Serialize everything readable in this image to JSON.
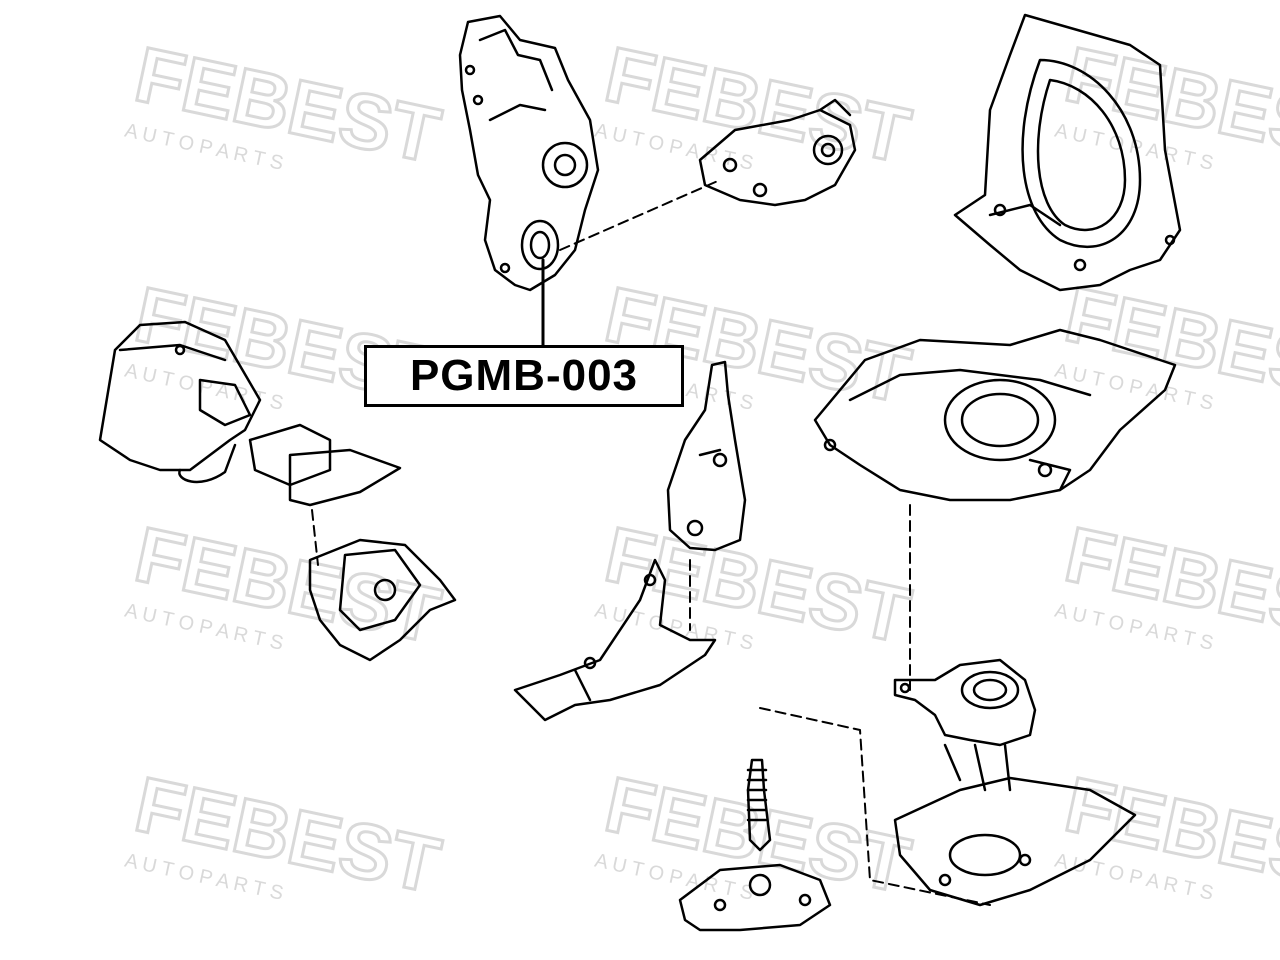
{
  "part_label": "PGMB-003",
  "watermark": {
    "brand": "FEBEST",
    "tagline": "A U T O     P A R T S",
    "color": "#d9d9d9"
  },
  "drawing": {
    "line_color": "#000000",
    "background": "#ffffff"
  }
}
